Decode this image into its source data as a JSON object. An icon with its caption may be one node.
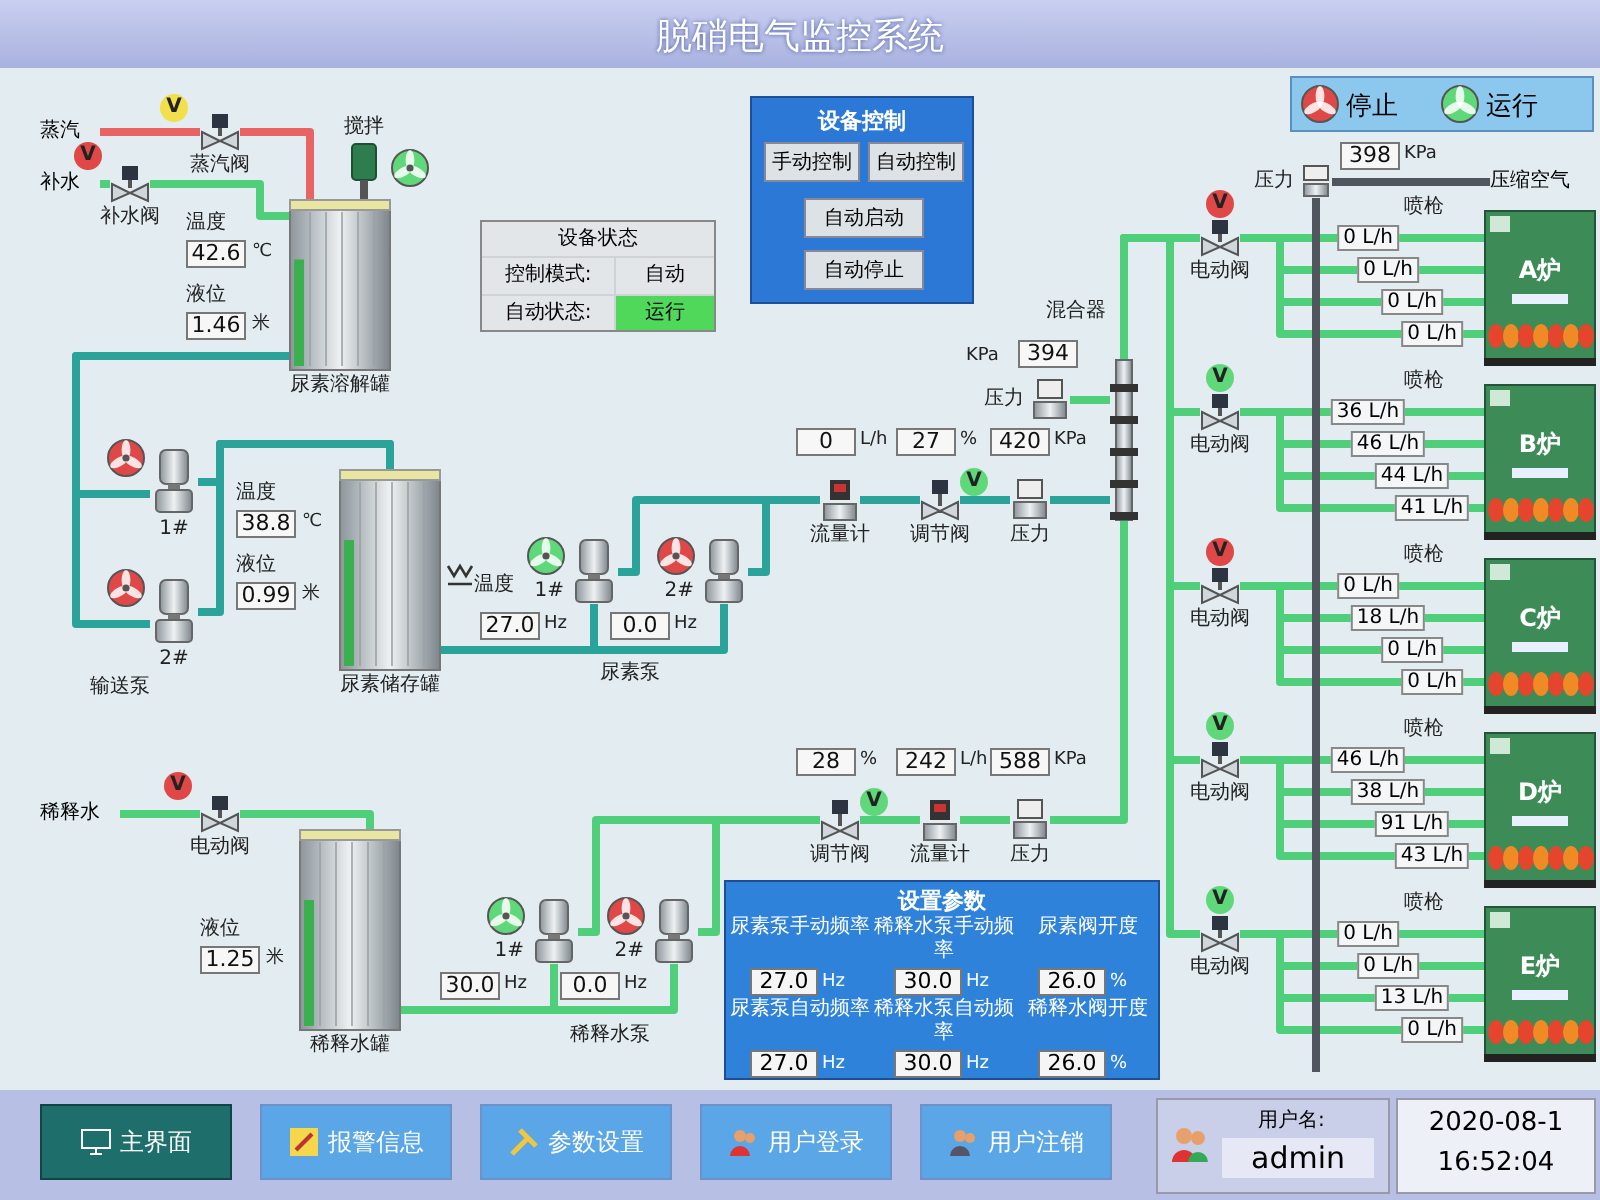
{
  "diagram": {
    "title": "脱硝电气监控系统",
    "nodes": [
      {
        "text": [
          "蒸汽"
        ]
      },
      {
        "text": [
          "蒸汽阀"
        ],
        "beside": [
          "V"
        ]
      },
      {
        "text": [
          "补水"
        ]
      },
      {
        "text": [
          "补水阀"
        ],
        "beside": [
          "V"
        ]
      },
      {
        "text": [
          "搅拌"
        ]
      },
      {
        "text": [
          "尿素溶解罐"
        ],
        "beside": [
          "温度",
          "42.6",
          "℃",
          "液位",
          "1.46",
          "米"
        ]
      },
      {
        "text": [
          "1#"
        ]
      },
      {
        "text": [
          "2#"
        ]
      },
      {
        "text": [
          "尿素储存罐"
        ],
        "beside": [
          "温度",
          "38.8",
          "℃",
          "液位",
          "0.99",
          "米",
          "温度"
        ]
      },
      {
        "text": [
          "1#"
        ],
        "beside": [
          "27.0",
          "Hz"
        ]
      },
      {
        "text": [
          "2#"
        ],
        "beside": [
          "0.0",
          "Hz"
        ]
      },
      {
        "text": [
          "流量计"
        ],
        "beside": [
          "0",
          "L/h"
        ]
      },
      {
        "text": [
          "调节阀"
        ],
        "beside": [
          "27",
          "%",
          "V"
        ]
      },
      {
        "text": [
          "压力"
        ],
        "beside": [
          "420",
          "KPa"
        ]
      },
      {
        "text": [
          "压力"
        ],
        "beside": [
          "394",
          "KPa"
        ]
      },
      {
        "text": [
          "混合器"
        ]
      },
      {
        "text": [
          "稀释水"
        ]
      },
      {
        "text": [
          "电动阀"
        ],
        "beside": [
          "V"
        ]
      },
      {
        "text": [
          "稀释水罐"
        ],
        "beside": [
          "液位",
          "1.25",
          "米"
        ]
      },
      {
        "text": [
          "1#"
        ],
        "beside": [
          "30.0",
          "Hz"
        ]
      },
      {
        "text": [
          "2#"
        ],
        "beside": [
          "0.0",
          "Hz"
        ]
      },
      {
        "text": [
          "调节阀"
        ],
        "beside": [
          "28",
          "%",
          "V"
        ]
      },
      {
        "text": [
          "流量计"
        ],
        "beside": [
          "242",
          "L/h"
        ]
      },
      {
        "text": [
          "压力"
        ],
        "beside": [
          "588",
          "KPa"
        ]
      },
      {
        "text": [
          "压缩空气"
        ]
      },
      {
        "text": [
          "压力"
        ],
        "beside": [
          "398",
          "KPa"
        ]
      },
      {
        "text": [
          "电动阀"
        ],
        "beside": [
          "V"
        ]
      },
      {
        "text": [
          "电动阀"
        ],
        "beside": [
          "V"
        ]
      },
      {
        "text": [
          "电动阀"
        ],
        "beside": [
          "V"
        ]
      },
      {
        "text": [
          "电动阀"
        ],
        "beside": [
          "V"
        ]
      },
      {
        "text": [
          "电动阀"
        ],
        "beside": [
          "V"
        ]
      },
      {
        "text": [
          "A炉"
        ],
        "beside": [
          "喷枪"
        ]
      },
      {
        "text": [
          "B炉"
        ],
        "beside": [
          "喷枪"
        ]
      },
      {
        "text": [
          "C炉"
        ],
        "beside": [
          "喷枪"
        ]
      },
      {
        "text": [
          "D炉"
        ],
        "beside": [
          "喷枪"
        ]
      },
      {
        "text": [
          "E炉"
        ],
        "beside": [
          "喷枪"
        ]
      },
      {
        "text": [
          "设备状态",
          "控制模式:",
          "自动",
          "自动状态:",
          "运行"
        ]
      },
      {
        "text": [
          "设备控制"
        ]
      },
      {
        "text": [
          "手动控制"
        ],
        "in": 37
      },
      {
        "text": [
          "自动控制"
        ],
        "in": 37
      },
      {
        "text": [
          "自动启动"
        ],
        "in": 37
      },
      {
        "text": [
          "自动停止"
        ],
        "in": 37
      },
      {
        "text": [
          "设置参数",
          "尿素泵手动频率",
          "27.0",
          "Hz",
          "稀释水泵手动频率",
          "30.0",
          "Hz",
          "尿素阀开度",
          "26.0",
          "%",
          "尿素泵自动频率",
          "27.0",
          "Hz",
          "稀释水泵自动频率",
          "30.0",
          "Hz",
          "稀释水阀开度",
          "26.0",
          "%"
        ]
      },
      {
        "text": [
          "主界面"
        ]
      },
      {
        "text": [
          "报警信息"
        ]
      },
      {
        "text": [
          "参数设置"
        ]
      },
      {
        "text": [
          "用户登录"
        ]
      },
      {
        "text": [
          "用户注销"
        ]
      },
      {
        "text": [
          "用户名:",
          "admin"
        ]
      },
      {
        "text": [
          "2020-08-1",
          "16:52:04"
        ]
      }
    ],
    "edges": [
      {
        "from": 0,
        "to": 1,
        "arrow": "none",
        "color": "#e86464"
      },
      {
        "from": 1,
        "to": 5,
        "arrow": "none",
        "color": "#e86464"
      },
      {
        "from": 2,
        "to": 3,
        "arrow": "none"
      },
      {
        "from": 3,
        "to": 5,
        "arrow": "none"
      },
      {
        "from": 5,
        "to": 6,
        "arrow": "none",
        "color": "#2aa39a"
      },
      {
        "from": 5,
        "to": 7,
        "arrow": "none",
        "color": "#2aa39a"
      },
      {
        "from": 6,
        "to": 8,
        "arrow": "none",
        "color": "#2aa39a"
      },
      {
        "from": 7,
        "to": 8,
        "arrow": "none",
        "color": "#2aa39a"
      },
      {
        "from": 8,
        "to": 9,
        "arrow": "none",
        "color": "#2aa39a"
      },
      {
        "from": 8,
        "to": 10,
        "arrow": "none",
        "color": "#2aa39a"
      },
      {
        "from": 9,
        "to": 11,
        "arrow": "none",
        "color": "#2aa39a"
      },
      {
        "from": 10,
        "to": 11,
        "arrow": "none",
        "color": "#2aa39a"
      },
      {
        "from": 11,
        "to": 12,
        "arrow": "none",
        "color": "#2aa39a"
      },
      {
        "from": 12,
        "to": 13,
        "arrow": "none",
        "color": "#2aa39a"
      },
      {
        "from": 13,
        "to": 15,
        "arrow": "none",
        "color": "#2aa39a"
      },
      {
        "from": 16,
        "to": 17,
        "arrow": "none"
      },
      {
        "from": 17,
        "to": 18,
        "arrow": "none"
      },
      {
        "from": 18,
        "to": 19,
        "arrow": "none"
      },
      {
        "from": 18,
        "to": 20,
        "arrow": "none"
      },
      {
        "from": 19,
        "to": 21,
        "arrow": "none"
      },
      {
        "from": 20,
        "to": 21,
        "arrow": "none"
      },
      {
        "from": 21,
        "to": 22,
        "arrow": "none"
      },
      {
        "from": 22,
        "to": 23,
        "arrow": "none"
      },
      {
        "from": 23,
        "to": 15,
        "arrow": "none"
      },
      {
        "from": 14,
        "to": 15,
        "arrow": "none"
      },
      {
        "from": 15,
        "to": 26,
        "arrow": "none"
      },
      {
        "from": 15,
        "to": 27,
        "arrow": "none"
      },
      {
        "from": 15,
        "to": 28,
        "arrow": "none"
      },
      {
        "from": 15,
        "to": 29,
        "arrow": "none"
      },
      {
        "from": 15,
        "to": 30,
        "arrow": "none"
      },
      {
        "from": 26,
        "to": 31,
        "arrow": "none",
        "label": "0 L/h"
      },
      {
        "from": 26,
        "to": 31,
        "arrow": "none",
        "label": "0 L/h"
      },
      {
        "from": 26,
        "to": 31,
        "arrow": "none",
        "label": "0 L/h"
      },
      {
        "from": 26,
        "to": 31,
        "arrow": "none",
        "label": "0 L/h"
      },
      {
        "from": 27,
        "to": 32,
        "arrow": "none",
        "label": "36 L/h"
      },
      {
        "from": 27,
        "to": 32,
        "arrow": "none",
        "label": "46 L/h"
      },
      {
        "from": 27,
        "to": 32,
        "arrow": "none",
        "label": "44 L/h"
      },
      {
        "from": 27,
        "to": 32,
        "arrow": "none",
        "label": "41 L/h"
      },
      {
        "from": 28,
        "to": 33,
        "arrow": "none",
        "label": "0 L/h"
      },
      {
        "from": 28,
        "to": 33,
        "arrow": "none",
        "label": "18 L/h"
      },
      {
        "from": 28,
        "to": 33,
        "arrow": "none",
        "label": "0 L/h"
      },
      {
        "from": 28,
        "to": 33,
        "arrow": "none",
        "label": "0 L/h"
      },
      {
        "from": 29,
        "to": 34,
        "arrow": "none",
        "label": "46 L/h"
      },
      {
        "from": 29,
        "to": 34,
        "arrow": "none",
        "label": "38 L/h"
      },
      {
        "from": 29,
        "to": 34,
        "arrow": "none",
        "label": "91 L/h"
      },
      {
        "from": 29,
        "to": 34,
        "arrow": "none",
        "label": "43 L/h"
      },
      {
        "from": 30,
        "to": 35,
        "arrow": "none",
        "label": "0 L/h"
      },
      {
        "from": 30,
        "to": 35,
        "arrow": "none",
        "label": "0 L/h"
      },
      {
        "from": 30,
        "to": 35,
        "arrow": "none",
        "label": "13 L/h"
      },
      {
        "from": 30,
        "to": 35,
        "arrow": "none",
        "label": "0 L/h"
      },
      {
        "from": 24,
        "to": 25,
        "arrow": "none",
        "color": "#50565e"
      },
      {
        "from": 25,
        "to": null,
        "arrow": "none",
        "color": "#50565e"
      }
    ],
    "labels": [
      "输送泵",
      "尿素泵",
      "稀释水泵"
    ],
    "legend": [
      {
        "text": "停止"
      },
      {
        "text": "运行"
      }
    ]
  }
}
